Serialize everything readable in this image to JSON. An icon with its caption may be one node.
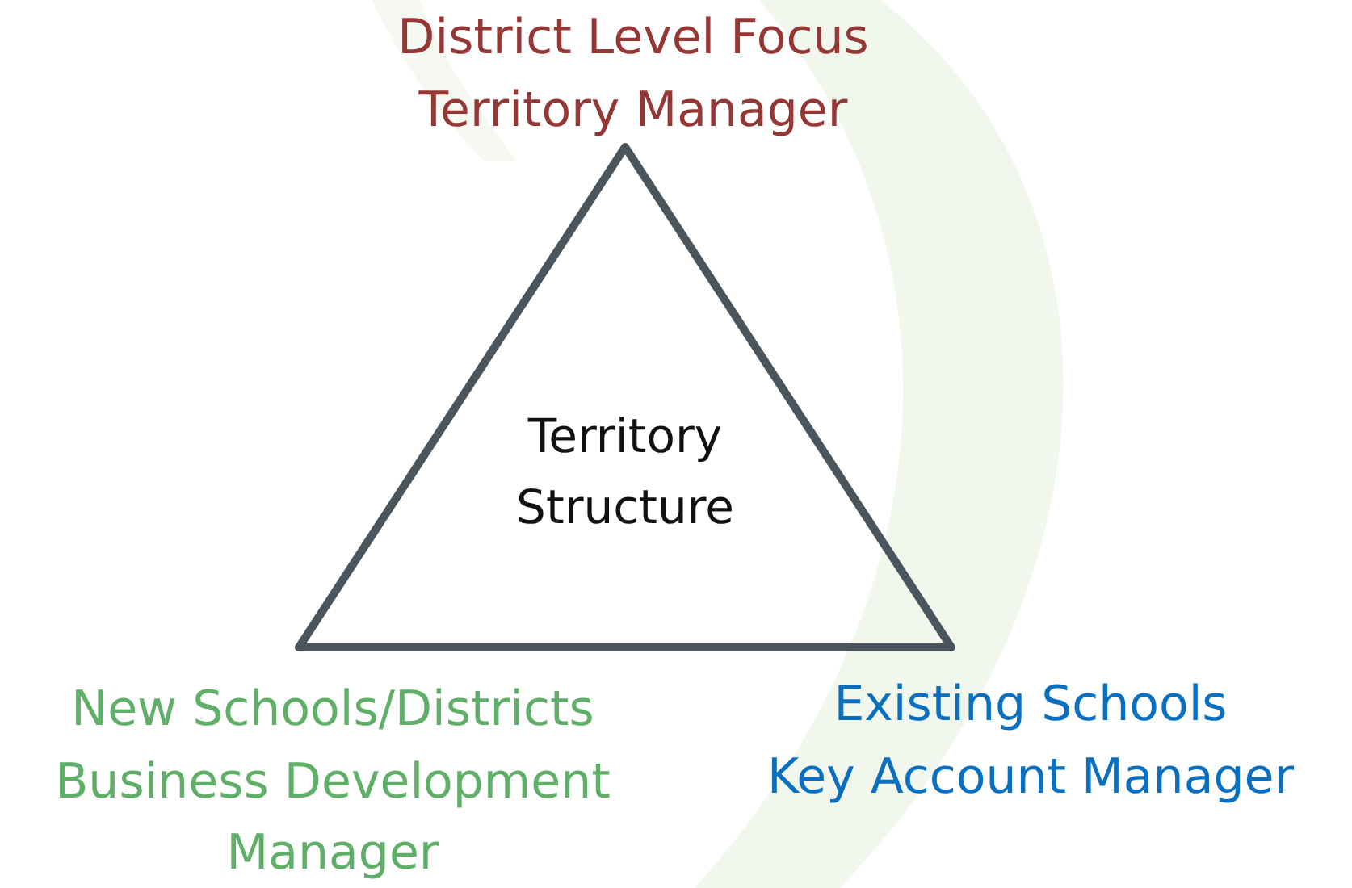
{
  "diagram": {
    "nodes": [
      {
        "text": [
          "Territory Structure"
        ]
      }
    ],
    "labels": [
      "District Level Focus",
      "Territory Manager",
      "New Schools/Districts",
      "Business Development Manager",
      "Existing Schools",
      "Key Account Manager"
    ]
  }
}
